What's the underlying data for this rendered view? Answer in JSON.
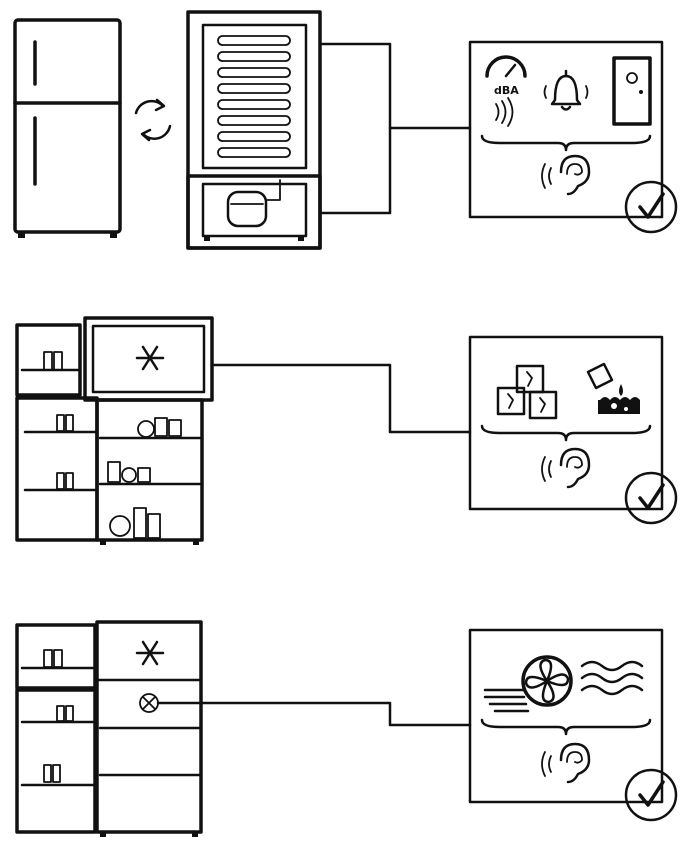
{
  "rows": [
    {
      "id": "compressor-noise",
      "panel": {
        "label": "dBA",
        "icons": [
          "sound-meter-icon",
          "sound-waves-icon",
          "bell-icon",
          "door-sensor-icon"
        ]
      },
      "hearing": "ear-icon",
      "status": "check-icon"
    },
    {
      "id": "ice-cracking",
      "panel": {
        "icons": [
          "ice-cubes-icon",
          "water-drop-tray-icon"
        ]
      },
      "hearing": "ear-icon",
      "status": "check-icon"
    },
    {
      "id": "fan-airflow",
      "panel": {
        "icons": [
          "fan-icon",
          "airflow-lines-icon",
          "air-waves-icon"
        ]
      },
      "hearing": "ear-icon",
      "status": "check-icon"
    }
  ]
}
